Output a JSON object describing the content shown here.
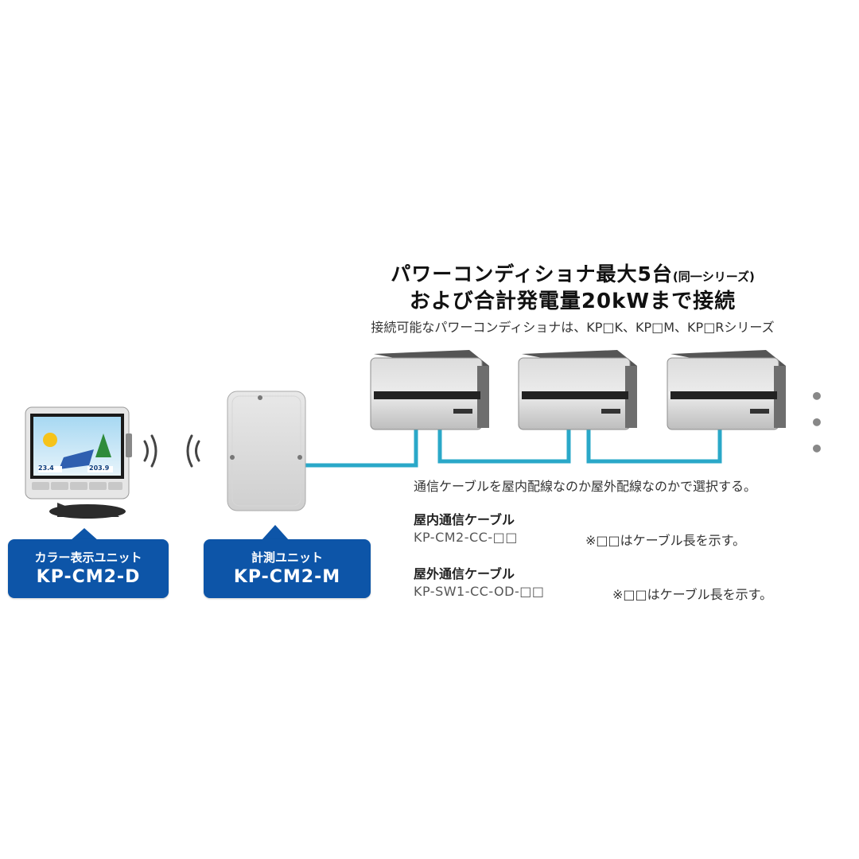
{
  "heading": {
    "line1": "パワーコンディショナ最大5台",
    "line1_small": "(同一シリーズ)",
    "line2": "および合計発電量20kWまで接続",
    "compat": "接続可能なパワーコンディショナは、KP□K、KP□M、KP□Rシリーズ"
  },
  "cable_note": "通信ケーブルを屋内配線なのか屋外配線なのかで選択する。",
  "indoor": {
    "title": "屋内通信ケーブル",
    "model": "KP-CM2-CC-□□",
    "length_note": "※□□はケーブル長を示す。"
  },
  "outdoor": {
    "title": "屋外通信ケーブル",
    "model": "KP-SW1-CC-OD-□□",
    "length_note": "※□□はケーブル長を示す。"
  },
  "display_unit": {
    "label": "カラー表示ユニット",
    "model": "KP-CM2-D",
    "screen_values": [
      "23.4",
      "203.9"
    ]
  },
  "measure_unit": {
    "label": "計測ユニット",
    "model": "KP-CM2-M"
  },
  "more": "• • •",
  "colors": {
    "callout": "#0d55a8",
    "cable": "#2aa8c8"
  }
}
